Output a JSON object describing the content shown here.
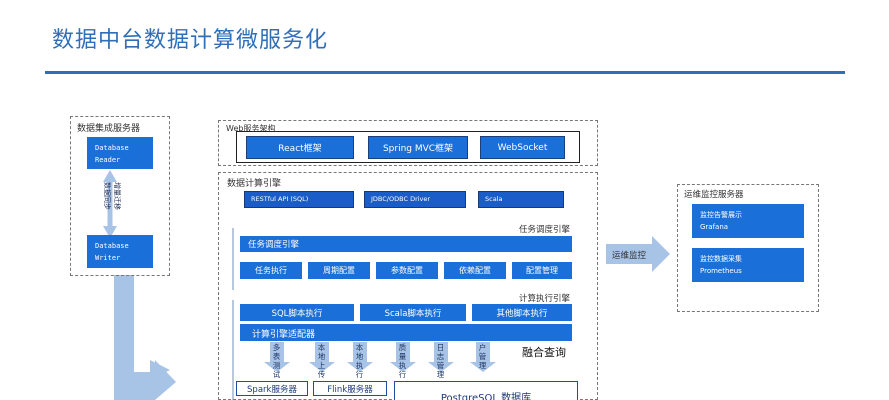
{
  "page": {
    "title": "数据中台数据计算微服务化"
  },
  "integration": {
    "label": "数据集成服务器",
    "reader": "Database\nReader",
    "sync_text": "增量迁移\n数据同步",
    "writer": "Database\nWriter"
  },
  "web": {
    "label": "Web服务架构",
    "items": [
      "React框架",
      "Spring MVC框架",
      "WebSocket"
    ]
  },
  "compute": {
    "label": "数据计算引擎",
    "apis": [
      "RESTful API (SQL)",
      "JDBC/ODBC Driver",
      "Scala"
    ],
    "scheduler_label": "任务调度引擎",
    "scheduler_title": "任务调度引擎",
    "scheduler_items": [
      "任务执行",
      "周期配置",
      "参数配置",
      "依赖配置",
      "配置管理"
    ],
    "exec_label": "计算执行引擎",
    "exec_items": [
      "SQL脚本执行",
      "Scala脚本执行",
      "其他脚本执行"
    ],
    "adapter": "计算引擎适配器",
    "down_arrows": [
      "多表测试",
      "本地上传",
      "本地执行",
      "质量执行",
      "日志管理",
      "户管理"
    ],
    "fusion": "融合查询",
    "spark": "Spark服务器",
    "flink": "Flink服务器",
    "postgres": "PostgreSQL 数据库"
  },
  "ops": {
    "arrow_label": "运维监控",
    "label": "运维监控服务器",
    "items": [
      "监控告警展示\nGrafana",
      "监控数据采集\nPrometheus"
    ]
  },
  "colors": {
    "accent": "#2f6fb7",
    "block": "#1a6fd8",
    "light_arrow": "#a7c3e6"
  }
}
